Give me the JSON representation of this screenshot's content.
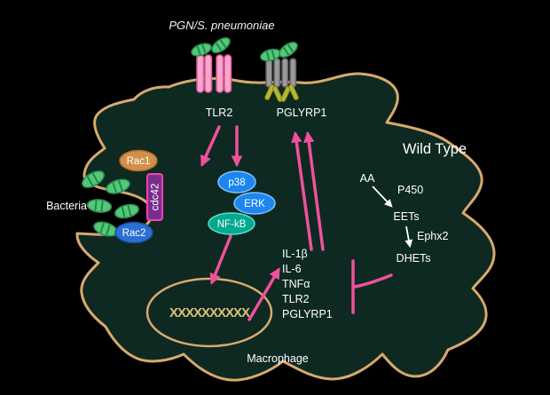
{
  "diagram": {
    "ligand_label": "PGN/S. pneumoniae",
    "receptors": {
      "tlr2": "TLR2",
      "pglyrp1": "PGLYRP1"
    },
    "condition_label": "Wild Type",
    "bacteria_label": "Bacteria",
    "cell_label": "Macrophage",
    "signaling": {
      "p38": "p38",
      "erk": "ERK",
      "nfkb": "NF-kB",
      "rac1": "Rac1",
      "rac2": "Rac2",
      "cdc42": "cdc42"
    },
    "nucleus_dna": "XXXXXXXXXX",
    "genes": [
      "IL-1β",
      "IL-6",
      "TNFα",
      "TLR2",
      "PGLYRP1"
    ],
    "eet_pathway": {
      "aa": "AA",
      "p450": "P450",
      "eets": "EETs",
      "ephx2": "Ephx2",
      "dhets": "DHETs"
    },
    "colors": {
      "background": "#000000",
      "membrane": "#d8a96e",
      "cytoplasm": "#0e2922",
      "arrow_pink": "#f0509b",
      "kinase_blue": "#1c86ee",
      "nfkb_teal": "#00a98f",
      "rac1_orange": "#d2904a",
      "rac2_blue": "#2b6fd4",
      "cdc42_fill": "#7a2e8c",
      "cdc42_border": "#ff3eb5",
      "bacteria_green": "#55c878",
      "receptor_pink": "#f7a8cb",
      "receptor_grey": "#9a9a9a",
      "receptor_olive": "#b5b832",
      "dna_tan": "#d8c27a",
      "text": "#ffffff"
    }
  }
}
